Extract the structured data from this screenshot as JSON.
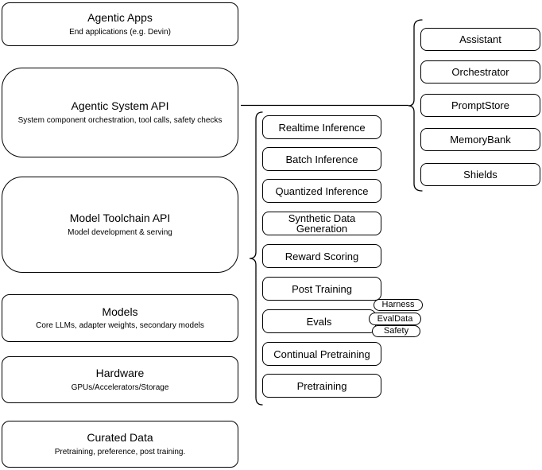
{
  "diagram": {
    "left_stack": [
      {
        "title": "Agentic Apps",
        "subtitle": "End applications (e.g. Devin)"
      },
      {
        "title": "Agentic System API",
        "subtitle": "System component orchestration, tool calls, safety checks"
      },
      {
        "title": "Model Toolchain API",
        "subtitle": "Model development & serving"
      },
      {
        "title": "Models",
        "subtitle": "Core LLMs, adapter weights, secondary models"
      },
      {
        "title": "Hardware",
        "subtitle": "GPUs/Accelerators/Storage"
      },
      {
        "title": "Curated Data",
        "subtitle": "Pretraining, preference, post training."
      }
    ],
    "toolchain": {
      "items": [
        "Realtime Inference",
        "Batch Inference",
        "Quantized Inference",
        "Synthetic Data Generation",
        "Reward Scoring",
        "Post Training",
        "Evals",
        "Continual Pretraining",
        "Pretraining"
      ]
    },
    "evals_tags": [
      "Harness",
      "EvalData",
      "Safety"
    ],
    "components": [
      "Assistant",
      "Orchestrator",
      "PromptStore",
      "MemoryBank",
      "Shields"
    ],
    "colors": {
      "stroke": "#000000",
      "fill": "#ffffff",
      "background": "#ffffff"
    }
  }
}
